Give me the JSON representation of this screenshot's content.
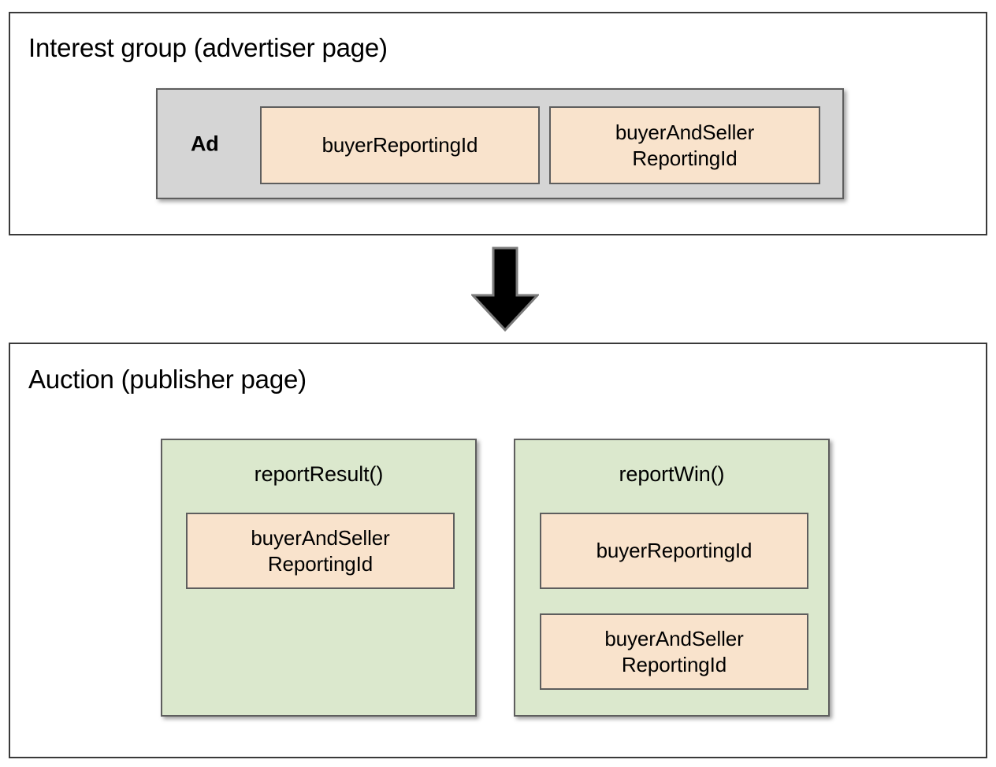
{
  "diagram": {
    "title_top": "Interest group (advertiser page)",
    "title_bottom": "Auction (publisher page)",
    "arrow": "down-arrow",
    "colors": {
      "page_background": "#ffffff",
      "section_border": "#3a3a3a",
      "ad_box_fill": "#d5d5d5",
      "field_box_fill": "#f9e3cc",
      "func_box_fill": "#dbe8cd",
      "inner_border": "#5e5e5e",
      "arrow_fill": "#000000",
      "text": "#000000"
    }
  },
  "interest_group": {
    "title": "Interest group (advertiser page)",
    "ad_box": {
      "label": "Ad",
      "fields": [
        {
          "text": "buyerReportingId"
        },
        {
          "text": "buyerAndSeller\nReportingId",
          "line1": "buyerAndSeller",
          "line2": "ReportingId"
        }
      ]
    }
  },
  "auction": {
    "title": "Auction (publisher page)",
    "functions": [
      {
        "name": "reportResult()",
        "fields": [
          {
            "line1": "buyerAndSeller",
            "line2": "ReportingId"
          }
        ]
      },
      {
        "name": "reportWin()",
        "fields": [
          {
            "line1": "buyerReportingId",
            "line2": ""
          },
          {
            "line1": "buyerAndSeller",
            "line2": "ReportingId"
          }
        ]
      }
    ]
  }
}
